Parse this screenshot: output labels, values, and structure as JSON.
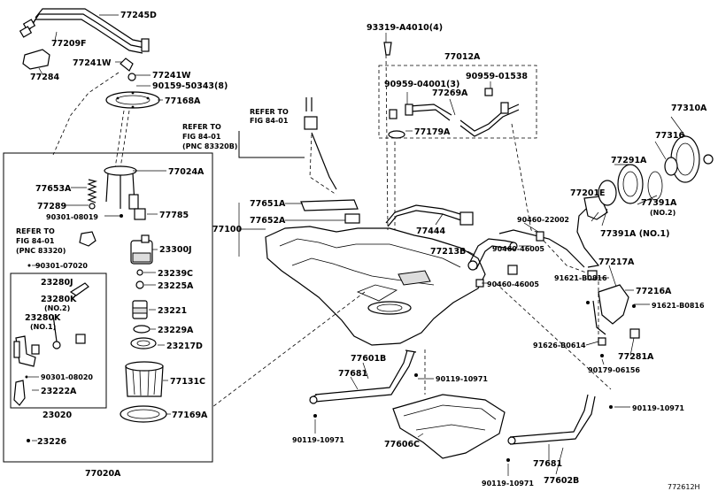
{
  "diagram_id": "772612H",
  "labels": [
    "77245D",
    "77209F",
    "77284",
    "77241W",
    "77241W",
    "90159-50343(8)",
    "77168A",
    "93319-A4010(4)",
    "77012A",
    "90959-04001(3)",
    "90959-01538",
    "77269A",
    "77179A",
    "77310A",
    "77316",
    "77291A",
    "77391A",
    "(NO.2)",
    "77201E",
    "77391A (NO.1)",
    "REFER TO",
    "FIG 84-01",
    "REFER TO",
    "FIG 84-01",
    "(PNC 83320B)",
    "77024A",
    "77653A",
    "77289",
    "90301-08019",
    "77785",
    "REFER TO",
    "FIG 84-01",
    "(PNC 83320)",
    "77651A",
    "77652A",
    "77100",
    "77444",
    "90460-22002",
    "77213B",
    "90460-46005",
    "90460-46005",
    "77217A",
    "91621-B0816",
    "77216A",
    "91621-B0816",
    "23300J",
    "23239C",
    "23225A",
    "90301-07020",
    "23280J",
    "23280K",
    "(NO.2)",
    "23280K",
    "(NO.1)",
    "23221",
    "23229A",
    "23217D",
    "77131C",
    "90301-08020",
    "23222A",
    "77169A",
    "23020",
    "23226",
    "77020A",
    "91626-B0614",
    "77281A",
    "90179-06156",
    "77601B",
    "77681",
    "90119-10971",
    "90119-10971",
    "77606C",
    "90119-10971",
    "77681",
    "77602B",
    "90119-10971"
  ]
}
